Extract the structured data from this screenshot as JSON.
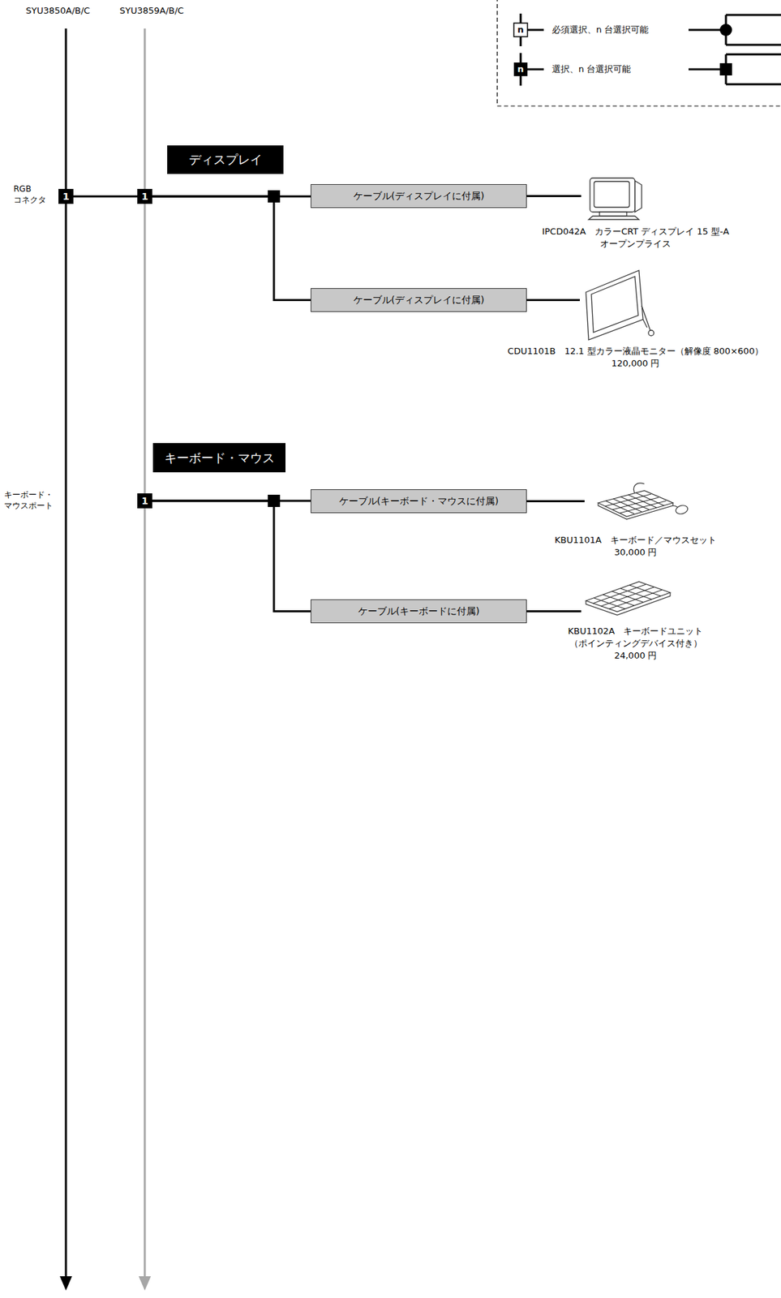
{
  "diagram": {
    "nodes": [
      {
        "text": [
          "ディスプレイ"
        ]
      },
      {
        "text": [
          "1"
        ]
      },
      {
        "text": [
          "1"
        ]
      },
      {
        "text": [
          "ケーブル(ディスプレイに付属)"
        ]
      },
      {
        "text": [
          "IPCD042A　カラーCRT ディスプレイ 15 型-A",
          "オープンプライス"
        ]
      },
      {
        "text": [
          "ケーブル(ディスプレイに付属)"
        ]
      },
      {
        "text": [
          "CDU1101B　12.1 型カラー液晶モニター（解像度 800×600）",
          "120,000 円"
        ]
      },
      {
        "text": [
          "キーボード・マウス"
        ]
      },
      {
        "text": [
          "1"
        ]
      },
      {
        "text": [
          "ケーブル(キーボード・マウスに付属)"
        ]
      },
      {
        "text": [
          "KBU1101A　キーボード／マウスセット",
          "30,000 円"
        ]
      },
      {
        "text": [
          "ケーブル(キーボードに付属)"
        ]
      },
      {
        "text": [
          "KBU1102A　キーボードユニット",
          "（ポインティングデバイス付き）",
          "24,000 円"
        ]
      }
    ],
    "edges": [
      {
        "from": 1,
        "to": 2,
        "arrow": "none"
      },
      {
        "from": 2,
        "to": 3,
        "arrow": "none"
      },
      {
        "from": 2,
        "to": 5,
        "arrow": "none"
      },
      {
        "from": 3,
        "to": 4,
        "arrow": "none"
      },
      {
        "from": 5,
        "to": 6,
        "arrow": "none"
      },
      {
        "from": 8,
        "to": 9,
        "arrow": "none"
      },
      {
        "from": 8,
        "to": 11,
        "arrow": "none"
      },
      {
        "from": 9,
        "to": 10,
        "arrow": "none"
      },
      {
        "from": 11,
        "to": 12,
        "arrow": "none"
      }
    ],
    "labels": [
      "SYU3850A/B/C",
      "SYU3859A/B/C",
      "n",
      "n",
      "RGB コネクタ",
      "キーボード・ マウスポート"
    ],
    "legend": [
      {
        "text": "必須選択、n 台選択可能"
      },
      {
        "text": "選択、n 台選択可能"
      }
    ]
  }
}
